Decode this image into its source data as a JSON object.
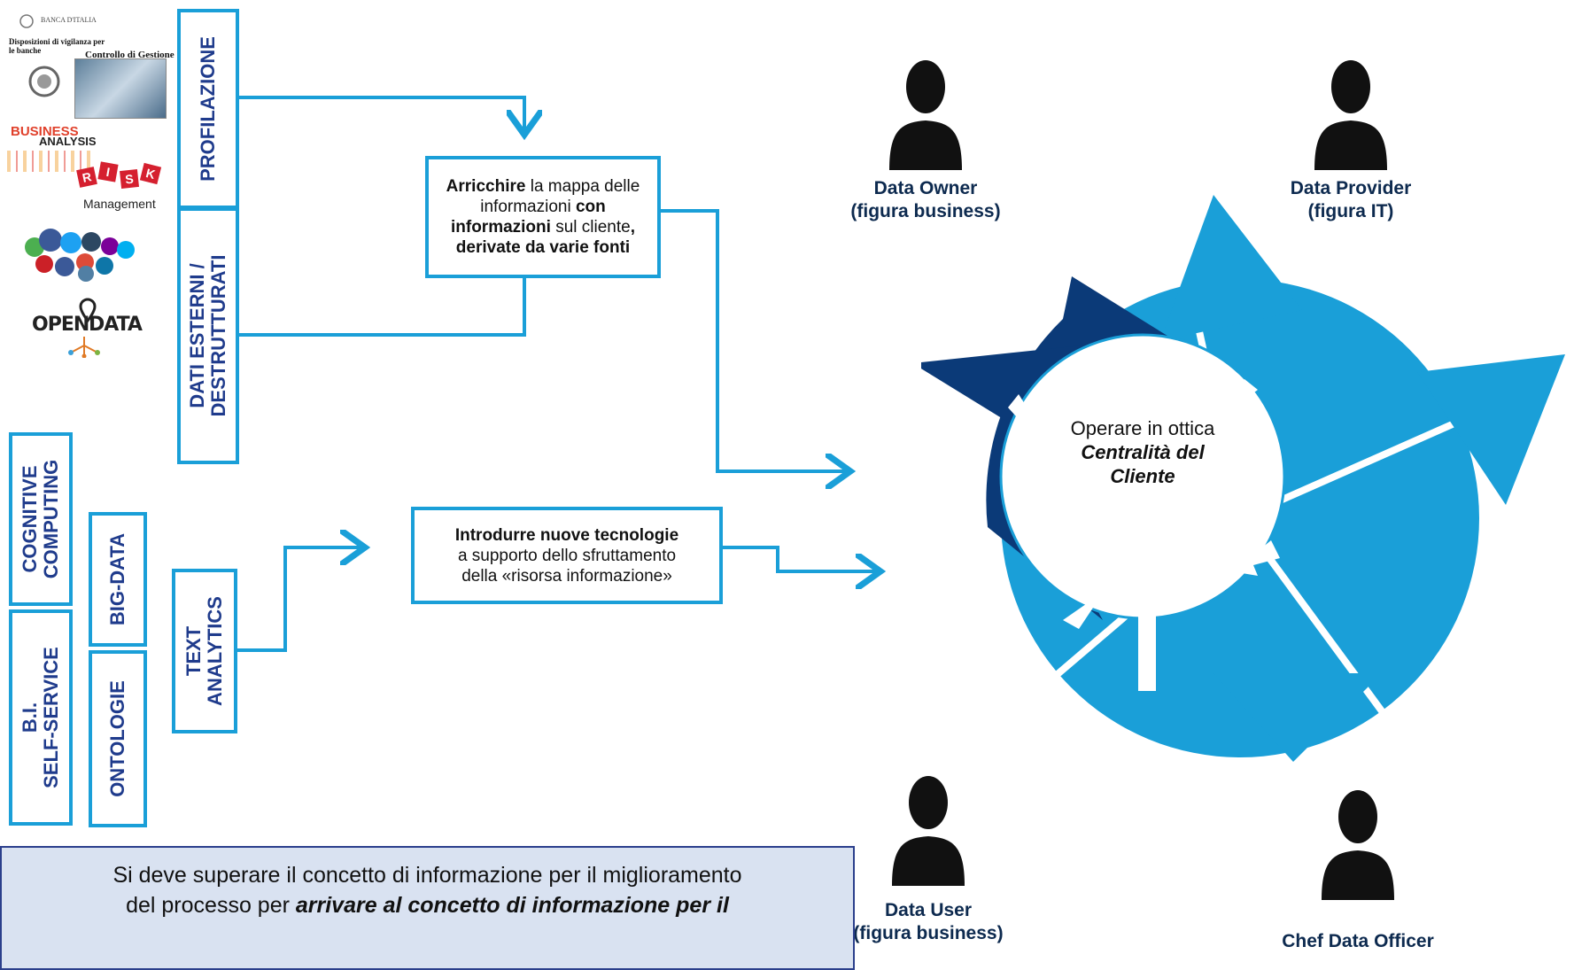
{
  "source_boxes": {
    "profilazione": "PROFILAZIONE",
    "dati_esterni": [
      "DATI ESTERNI /",
      "DESTRUTTURATI"
    ],
    "cognitive_computing": [
      "COGNITIVE",
      "COMPUTING"
    ],
    "bi_self_service": [
      "B.I.",
      "SELF-SERVICE"
    ],
    "big_data": "BIG-DATA",
    "ontologie": "ONTOLOGIE",
    "text_analytics": [
      "TEXT",
      "ANALYTICS"
    ]
  },
  "box_arricchire": {
    "l1_bold": "Arricchire",
    "l1_rest": " la mappa delle",
    "l2": "informazioni",
    "l2_bold": " con",
    "l3_bold": "informazioni",
    "l3_rest": " sul cliente",
    "l3_comma": ",",
    "l4_bold": "derivate da varie fonti"
  },
  "box_introdurre": {
    "l1_bold": "Introdurre nuove tecnologie",
    "l2": "a supporto dello sfruttamento",
    "l3": "della «risorsa informazione»"
  },
  "center": {
    "l1": "Operare in ottica",
    "l2": "Centralità del",
    "l3": "Cliente"
  },
  "roles": {
    "owner": [
      "Data Owner",
      "(figura business)"
    ],
    "provider": [
      "Data Provider",
      "(figura IT)"
    ],
    "user": [
      "Data User",
      "(figura business)"
    ],
    "cdo": [
      "Chef Data Officer"
    ]
  },
  "logos": {
    "bank_name": "BANCA D'ITALIA",
    "doc_title": "Disposizioni di vigilanza per le banche",
    "cdg": "Controllo di Gestione",
    "business": "BUSINESS",
    "analysis": "ANALYSIS",
    "risk_letters": [
      "R",
      "I",
      "S",
      "K"
    ],
    "risk_sub": "Management",
    "open": "OPEN",
    "data": "DATA"
  },
  "note": {
    "text1": "Si deve superare il concetto di informazione per il miglioramento",
    "text2": "del processo per ",
    "text2_bold": "arrivare al concetto di informazione per il"
  },
  "colors": {
    "box_border": "#1a9fd8",
    "box_text": "#1f3b8c",
    "cycle_light": "#1a9fd8",
    "cycle_dark": "#0b3a78",
    "note_bg": "#d9e2f1"
  }
}
